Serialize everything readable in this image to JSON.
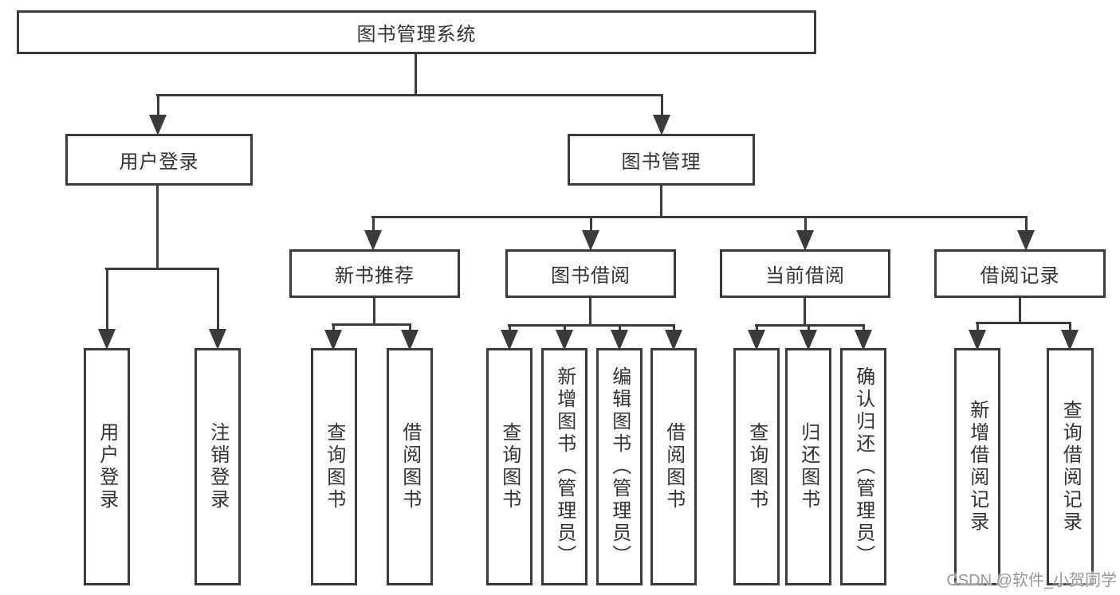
{
  "watermark": "CSDN @软件_小贺同学",
  "colors": {
    "line": "#3a3a3a",
    "text": "#333333",
    "watermark": "#979797",
    "background": "#ffffff"
  },
  "tree": {
    "root": "图书管理系统",
    "branches": [
      {
        "label": "用户登录",
        "children": [
          "用户登录",
          "注销登录"
        ]
      },
      {
        "label": "图书管理",
        "children": [
          {
            "label": "新书推荐",
            "children": [
              "查询图书",
              "借阅图书"
            ]
          },
          {
            "label": "图书借阅",
            "children": [
              "查询图书",
              "新增图书（管理员）",
              "编辑图书（管理员）",
              "借阅图书"
            ]
          },
          {
            "label": "当前借阅",
            "children": [
              "查询图书",
              "归还图书",
              "确认归还（管理员）"
            ]
          },
          {
            "label": "借阅记录",
            "children": [
              "新增借阅记录",
              "查询借阅记录"
            ]
          }
        ]
      }
    ]
  }
}
